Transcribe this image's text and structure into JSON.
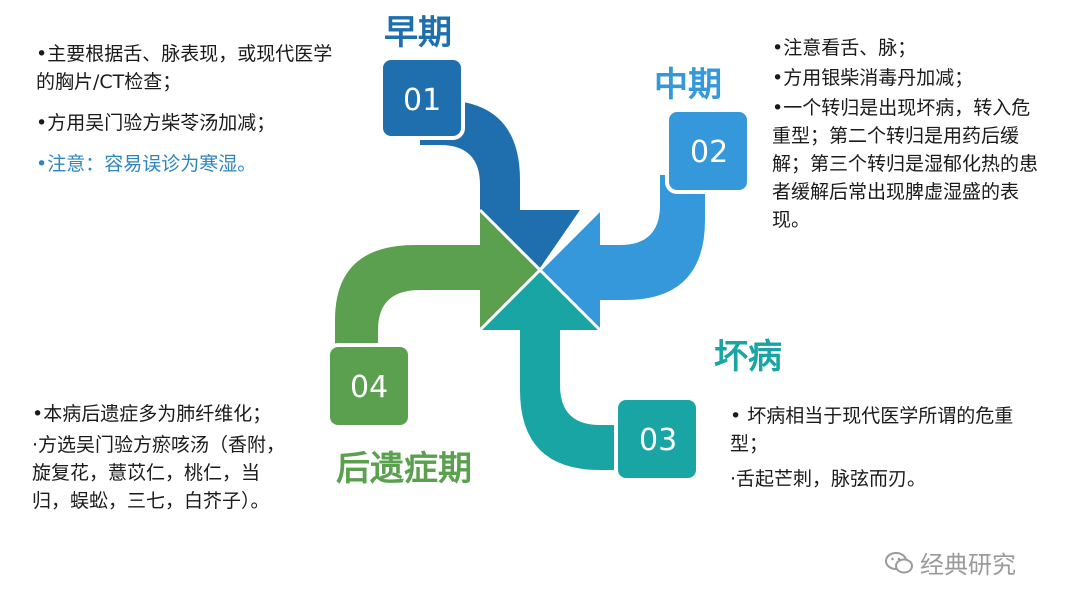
{
  "stages": [
    {
      "number": "01",
      "title": "早期",
      "color": "#1f6fae"
    },
    {
      "number": "02",
      "title": "中期",
      "color": "#3498db"
    },
    {
      "number": "03",
      "title": "坏病",
      "color": "#1aa5a5"
    },
    {
      "number": "04",
      "title": "后遗症期",
      "color": "#5aa04f"
    }
  ],
  "early": {
    "lines": [
      "•主要根据舌、脉表现，或现代医学的胸片/CT检查；",
      "•方用吴门验方柴苓汤加减；"
    ],
    "note": "•注意：容易误诊为寒湿。"
  },
  "middle": {
    "lines": [
      "•注意看舌、脉；",
      "•方用银柴消毒丹加减；",
      "•一个转归是出现坏病，转入危重型；第二个转归是用药后缓解；第三个转归是湿郁化热的患者缓解后常出现脾虚湿盛的表现。"
    ]
  },
  "bad": {
    "lines": [
      "• 坏病相当于现代医学所谓的危重型；",
      "·舌起芒刺，脉弦而刃。"
    ]
  },
  "sequelae": {
    "lines": [
      "•本病后遗症多为肺纤维化；",
      "·方选吴门验方瘀咳汤（香附，旋复花，薏苡仁，桃仁，当归，蜈蚣，三七，白芥子）。"
    ]
  },
  "watermark": "经典研究"
}
